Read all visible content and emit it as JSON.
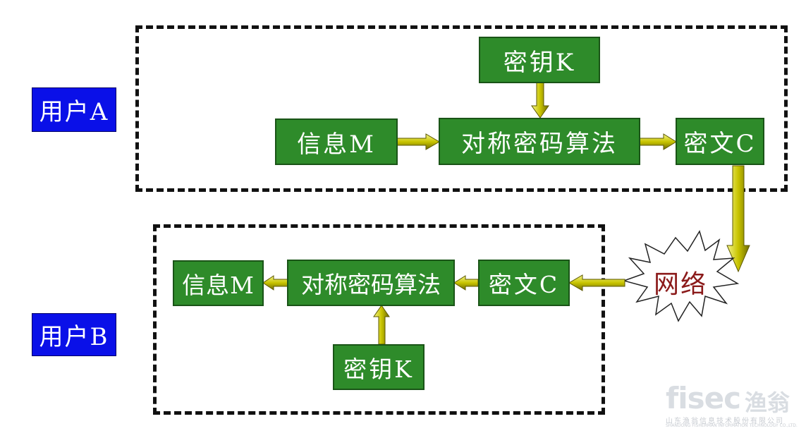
{
  "users": {
    "a": "用户A",
    "b": "用户B"
  },
  "sender": {
    "key": "密钥K",
    "message": "信息M",
    "algorithm": "对称密码算法",
    "ciphertext": "密文C"
  },
  "receiver": {
    "ciphertext": "密文C",
    "algorithm": "对称密码算法",
    "message": "信息M",
    "key": "密钥K"
  },
  "network": "网络",
  "logo": {
    "brand": "fisec",
    "brand_cn": "渔翁",
    "company_cn": "山东渔翁信息技术股份有限公司",
    "company_en": "SHANDONG FISHERMAN INFORMATION TECHNOLOGY CO.,LTD."
  },
  "colors": {
    "box": "#2e8b2a",
    "user_label": "#0a10e8",
    "arrow": "#c8c800",
    "network_text": "#8b1a1a"
  }
}
